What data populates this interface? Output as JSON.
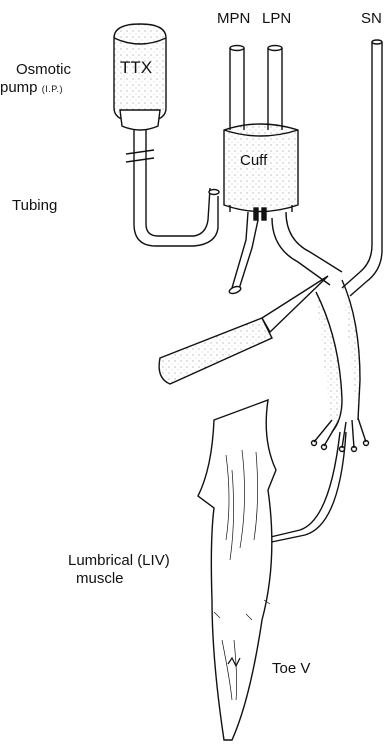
{
  "labels": {
    "mpn": "MPN",
    "lpn": "LPN",
    "sn": "SN",
    "osmotic": "Osmotic",
    "pump": "pump",
    "pump_suffix": "(I.P.)",
    "ttx": "TTX",
    "cuff": "Cuff",
    "tubing": "Tubing",
    "lumbrical": "Lumbrical (LIV)",
    "muscle": "muscle",
    "toe": "Toe V"
  }
}
